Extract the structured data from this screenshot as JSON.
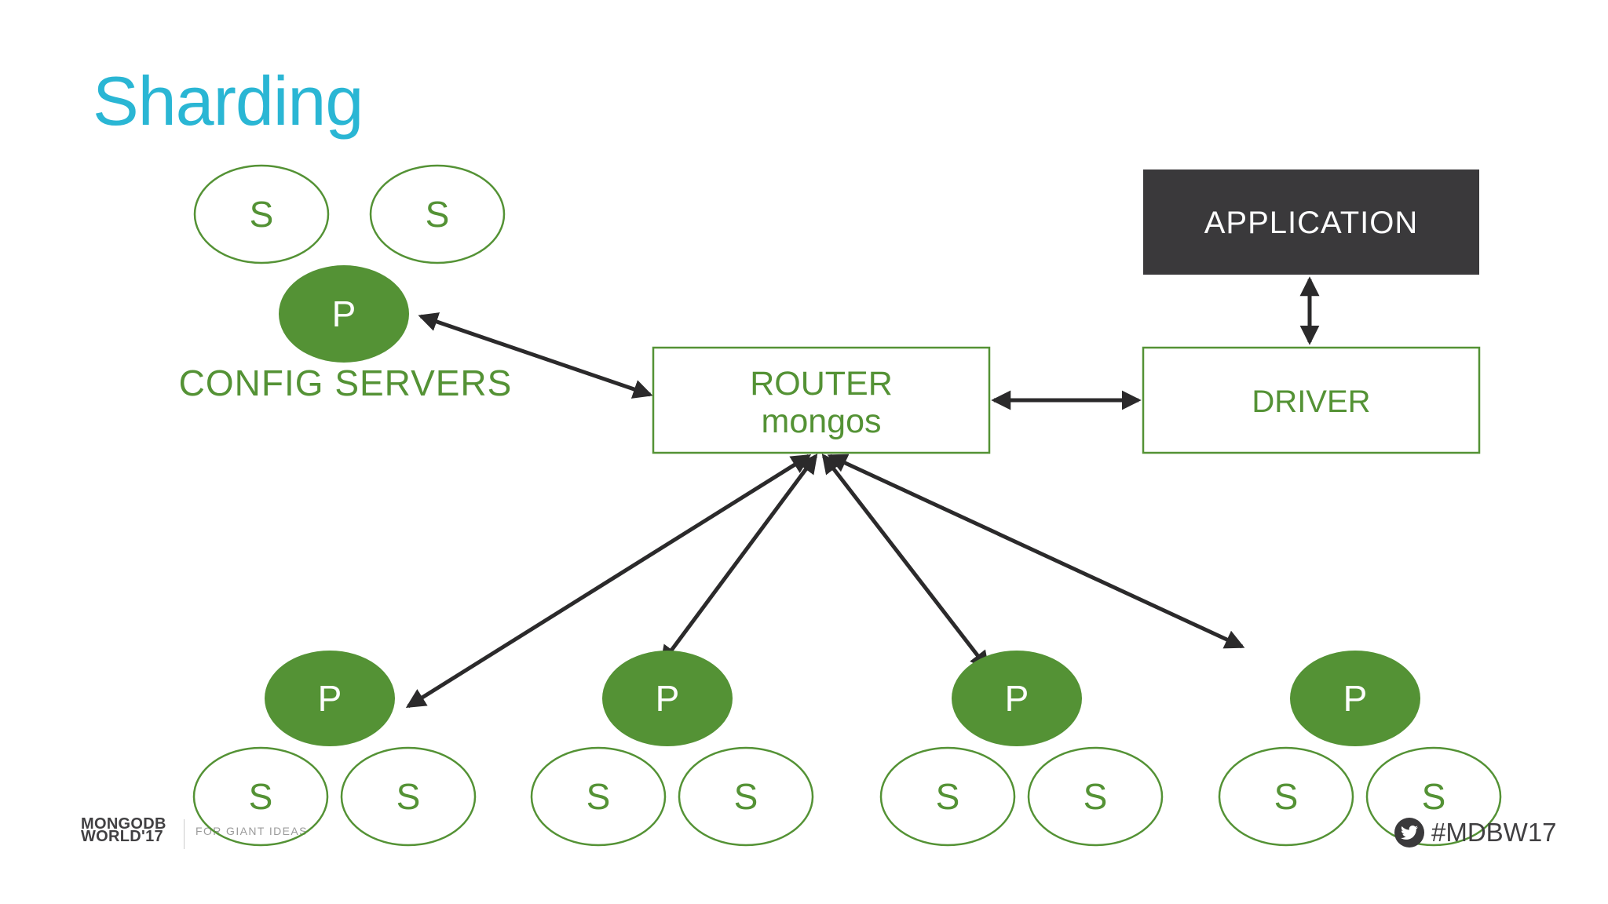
{
  "slide": {
    "title": "Sharding"
  },
  "diagram": {
    "config_servers": {
      "label": "CONFIG SERVERS",
      "primary_label": "P",
      "secondary_labels": [
        "S",
        "S"
      ]
    },
    "router": {
      "title": "ROUTER",
      "subtitle": "mongos"
    },
    "application": {
      "title": "APPLICATION"
    },
    "driver": {
      "title": "DRIVER"
    },
    "shards": [
      {
        "primary_label": "P",
        "secondary_labels": [
          "S",
          "S"
        ]
      },
      {
        "primary_label": "P",
        "secondary_labels": [
          "S",
          "S"
        ]
      },
      {
        "primary_label": "P",
        "secondary_labels": [
          "S",
          "S"
        ]
      },
      {
        "primary_label": "P",
        "secondary_labels": [
          "S",
          "S"
        ]
      }
    ]
  },
  "footer": {
    "logo_line1": "MONGODB",
    "logo_line2": "WORLD'17",
    "tagline": "FOR GIANT IDEAS",
    "hashtag": "#MDBW17",
    "twitter_icon": "twitter-bird-icon"
  },
  "colors": {
    "accent_cyan": "#2ab6d4",
    "green": "#549235",
    "dark_box": "#3a393b",
    "arrow_black": "#2b2a2b",
    "logo_gray": "#414042",
    "tagline_gray": "#9b9b9b"
  }
}
